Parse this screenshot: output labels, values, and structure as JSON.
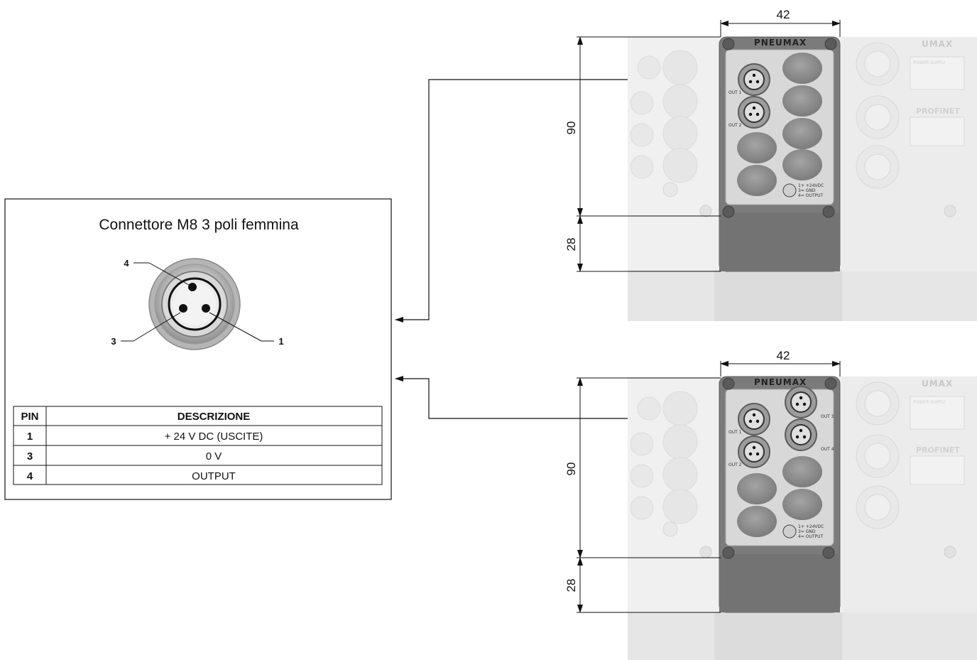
{
  "connector_panel": {
    "title": "Connettore M8 3 poli femmina",
    "pin_callouts": [
      {
        "pin": "4"
      },
      {
        "pin": "3"
      },
      {
        "pin": "1"
      }
    ],
    "table": {
      "headers": [
        "PIN",
        "DESCRIZIONE"
      ],
      "rows": [
        {
          "pin": "1",
          "description": "+ 24 V DC (USCITE)"
        },
        {
          "pin": "3",
          "description": "0 V"
        },
        {
          "pin": "4",
          "description": "OUTPUT"
        }
      ]
    }
  },
  "modules": [
    {
      "width_dim": "42",
      "height_dim": "90",
      "base_dim": "28",
      "brand": "PNEUMAX",
      "outputs": [
        "OUT 1",
        "OUT 2"
      ],
      "legend": [
        "1+ +24VDC",
        "3= GND",
        "4= OUTPUT"
      ]
    },
    {
      "width_dim": "42",
      "height_dim": "90",
      "base_dim": "28",
      "brand": "PNEUMAX",
      "outputs": [
        "OUT 1",
        "OUT 2",
        "OUT 3",
        "OUT 4"
      ],
      "legend": [
        "1+ +24VDC",
        "3= GND",
        "4= OUTPUT"
      ]
    }
  ],
  "neighbor_module": {
    "brand_fragment": "UMAX",
    "title": "PROFINET",
    "power_supply": "POWER SUPPLY"
  },
  "colors": {
    "housing": "#7b7b7b",
    "housing_dark": "#6a6a6a",
    "faceplate": "#d8d8d8",
    "blank_plug": "#8a8a8a",
    "faded": "#ececec",
    "line": "#111111"
  }
}
